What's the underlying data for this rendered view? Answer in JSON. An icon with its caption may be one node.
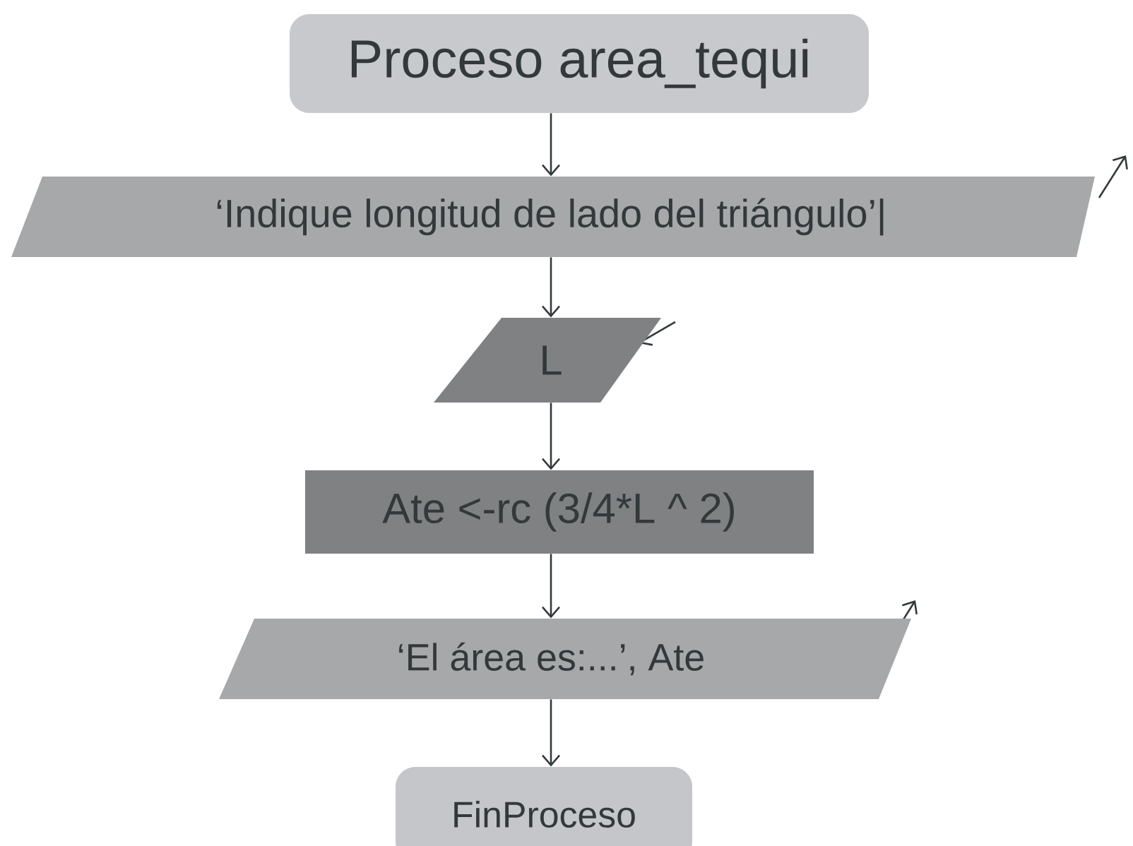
{
  "diagram": {
    "nodes": [
      {
        "text": [
          "Proceso area_tequi"
        ]
      },
      {
        "text": [
          "‘Indique longitud de lado del triángulo’|"
        ]
      },
      {
        "text": [
          "L"
        ]
      },
      {
        "text": [
          "Ate <-rc (3/4*L ^ 2)"
        ]
      },
      {
        "text": [
          "‘El área es:...’, Ate"
        ]
      },
      {
        "text": [
          "FinProceso"
        ]
      }
    ],
    "edges": [
      {
        "from": 0,
        "to": 1,
        "arrow": "to"
      },
      {
        "from": 1,
        "to": 2,
        "arrow": "to"
      },
      {
        "from": 2,
        "to": 3,
        "arrow": "to"
      },
      {
        "from": 3,
        "to": 4,
        "arrow": "to"
      },
      {
        "from": 4,
        "to": 5,
        "arrow": "to"
      }
    ]
  }
}
